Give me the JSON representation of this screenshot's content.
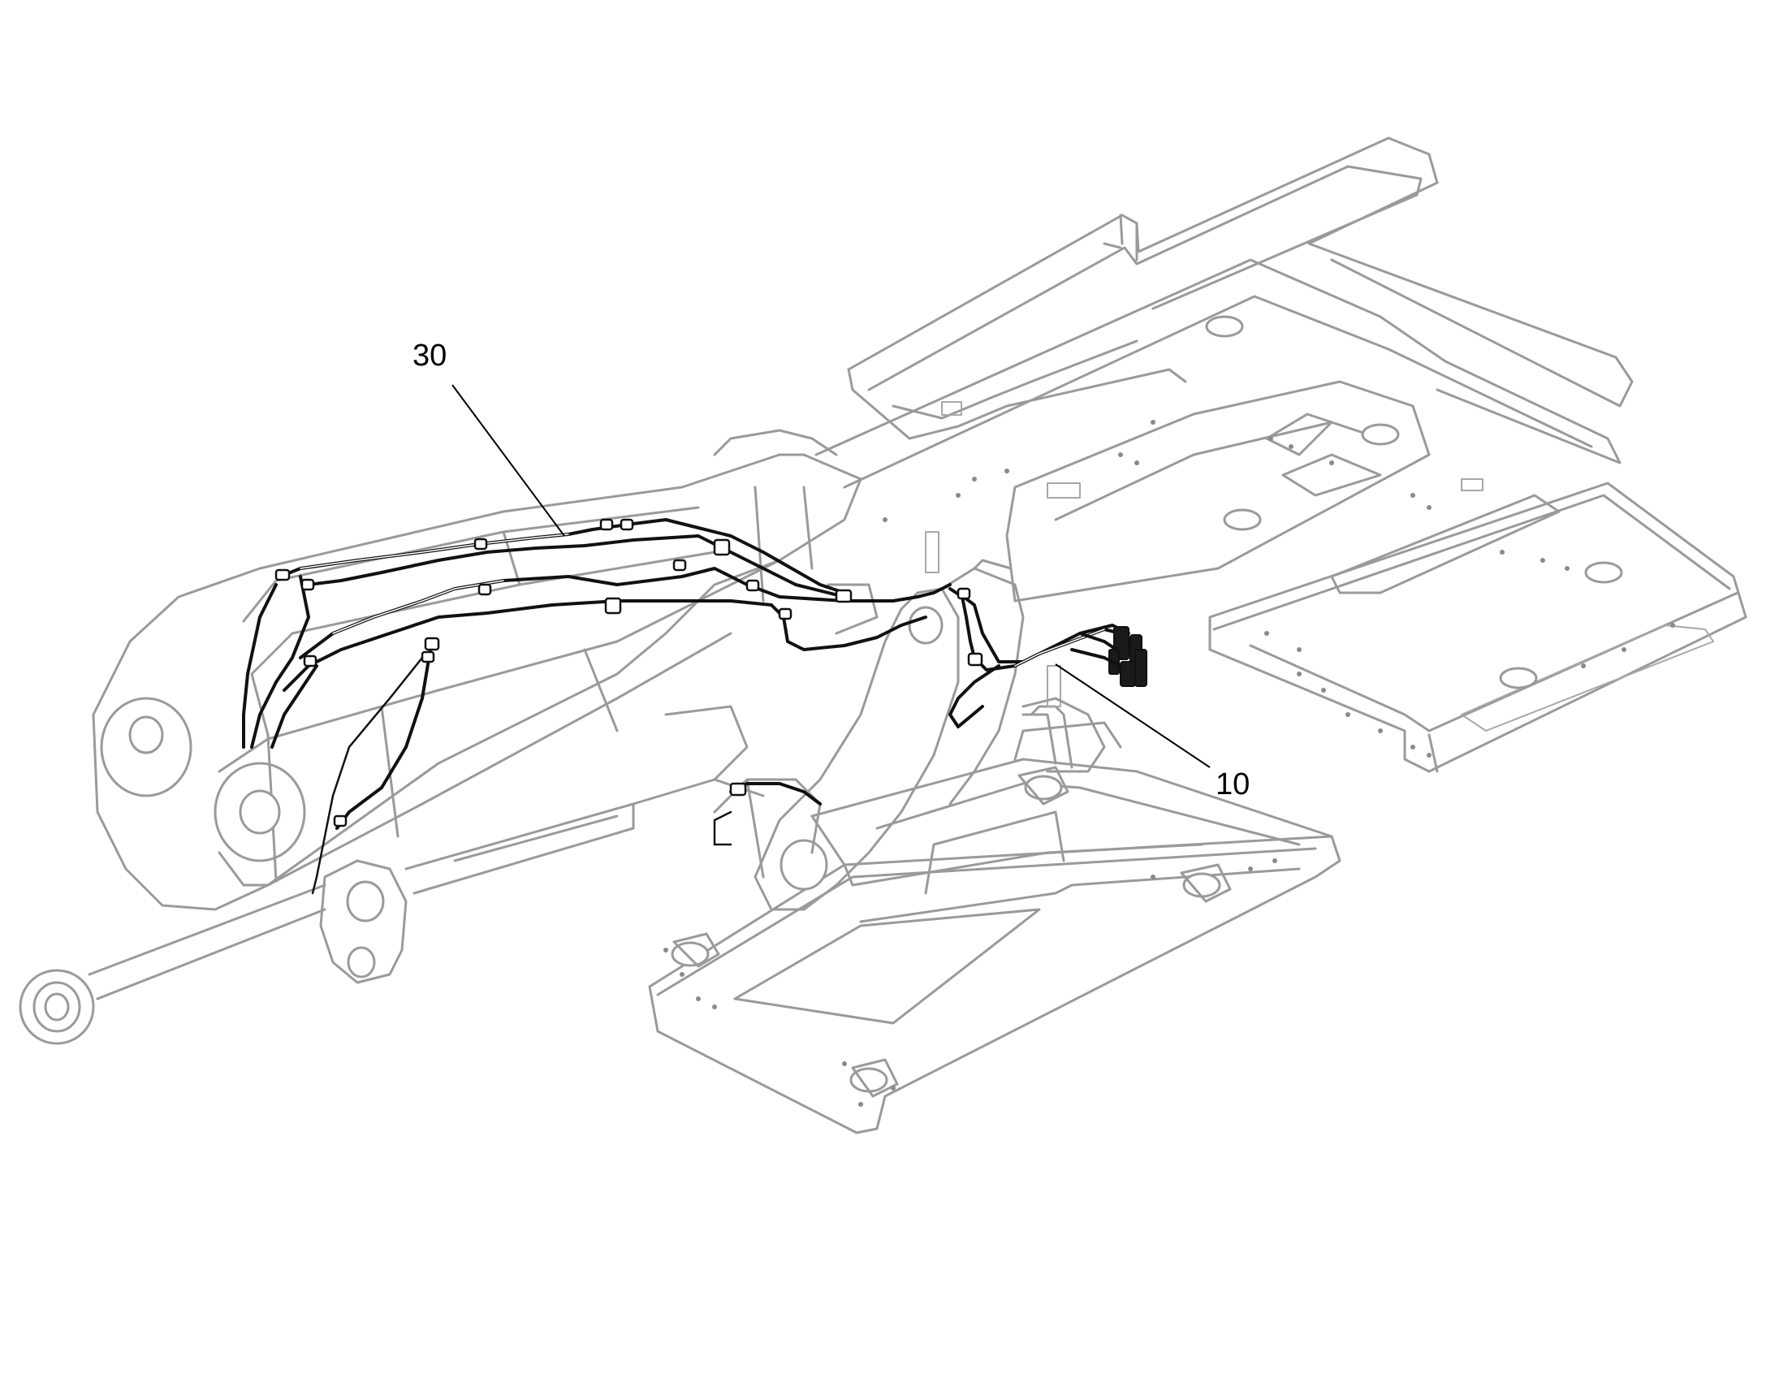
{
  "callouts": [
    {
      "id": "30",
      "label": "30"
    },
    {
      "id": "10",
      "label": "10"
    }
  ]
}
